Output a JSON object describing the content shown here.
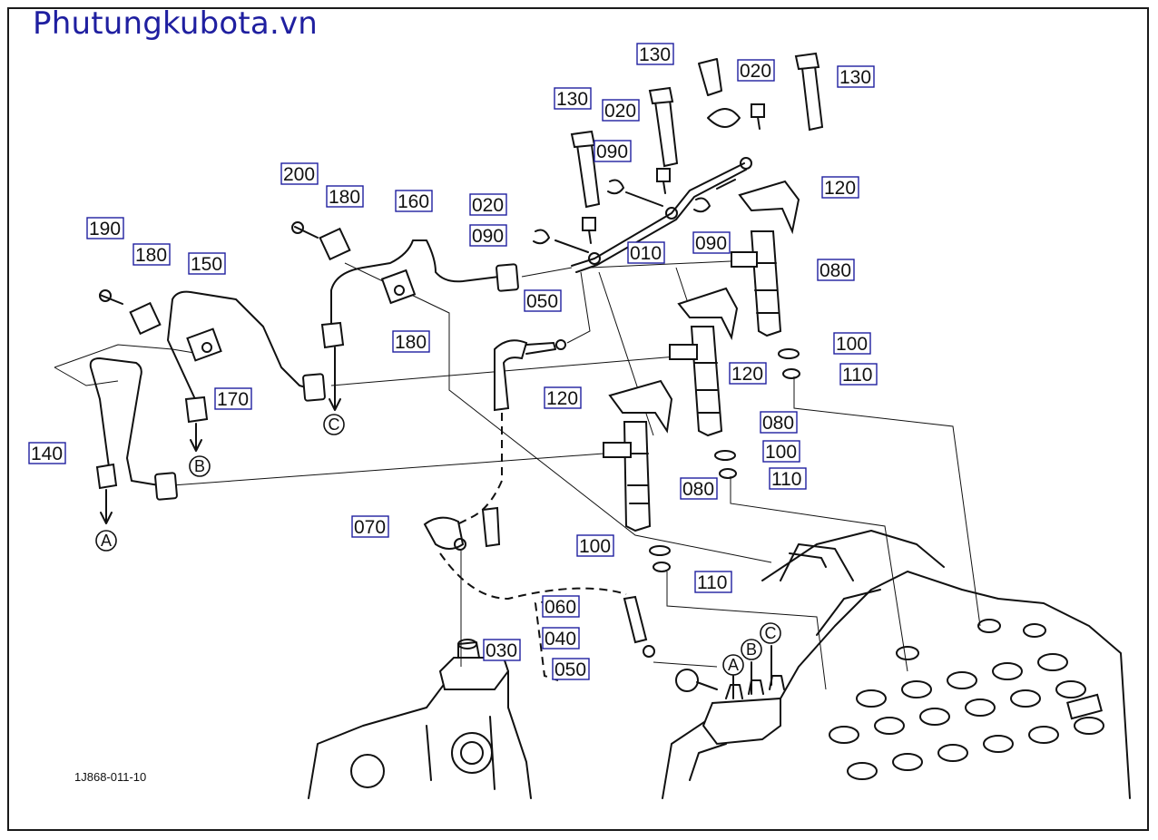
{
  "header": {
    "site_title": "Phutungkubota.vn"
  },
  "drawing": {
    "code": "1J868-011-10"
  },
  "part_labels": [
    {
      "id": "lbl-130-a",
      "text": "130"
    },
    {
      "id": "lbl-130-b",
      "text": "130"
    },
    {
      "id": "lbl-130-c",
      "text": "130"
    },
    {
      "id": "lbl-020-a",
      "text": "020"
    },
    {
      "id": "lbl-020-b",
      "text": "020"
    },
    {
      "id": "lbl-020-c",
      "text": "020"
    },
    {
      "id": "lbl-090-a",
      "text": "090"
    },
    {
      "id": "lbl-090-b",
      "text": "090"
    },
    {
      "id": "lbl-090-c",
      "text": "090"
    },
    {
      "id": "lbl-010",
      "text": "010"
    },
    {
      "id": "lbl-120-a",
      "text": "120"
    },
    {
      "id": "lbl-120-b",
      "text": "120"
    },
    {
      "id": "lbl-120-c",
      "text": "120"
    },
    {
      "id": "lbl-080-a",
      "text": "080"
    },
    {
      "id": "lbl-080-b",
      "text": "080"
    },
    {
      "id": "lbl-080-c",
      "text": "080"
    },
    {
      "id": "lbl-100-a",
      "text": "100"
    },
    {
      "id": "lbl-100-b",
      "text": "100"
    },
    {
      "id": "lbl-100-c",
      "text": "100"
    },
    {
      "id": "lbl-110-a",
      "text": "110"
    },
    {
      "id": "lbl-110-b",
      "text": "110"
    },
    {
      "id": "lbl-110-c",
      "text": "110"
    },
    {
      "id": "lbl-200",
      "text": "200"
    },
    {
      "id": "lbl-180-a",
      "text": "180"
    },
    {
      "id": "lbl-180-b",
      "text": "180"
    },
    {
      "id": "lbl-180-c",
      "text": "180"
    },
    {
      "id": "lbl-160",
      "text": "160"
    },
    {
      "id": "lbl-190",
      "text": "190"
    },
    {
      "id": "lbl-150",
      "text": "150"
    },
    {
      "id": "lbl-170",
      "text": "170"
    },
    {
      "id": "lbl-140",
      "text": "140"
    },
    {
      "id": "lbl-050-a",
      "text": "050"
    },
    {
      "id": "lbl-050-b",
      "text": "050"
    },
    {
      "id": "lbl-070",
      "text": "070"
    },
    {
      "id": "lbl-060",
      "text": "060"
    },
    {
      "id": "lbl-040",
      "text": "040"
    },
    {
      "id": "lbl-030",
      "text": "030"
    }
  ],
  "connection_markers": [
    {
      "id": "mk-a-left",
      "text": "A"
    },
    {
      "id": "mk-b-left",
      "text": "B"
    },
    {
      "id": "mk-c-left",
      "text": "C"
    },
    {
      "id": "mk-a-pump",
      "text": "A"
    },
    {
      "id": "mk-b-pump",
      "text": "B"
    },
    {
      "id": "mk-c-pump",
      "text": "C"
    }
  ],
  "colors": {
    "label_box_border": "#1f1fa0",
    "line": "#111111",
    "site_title": "#1f1fa0"
  }
}
